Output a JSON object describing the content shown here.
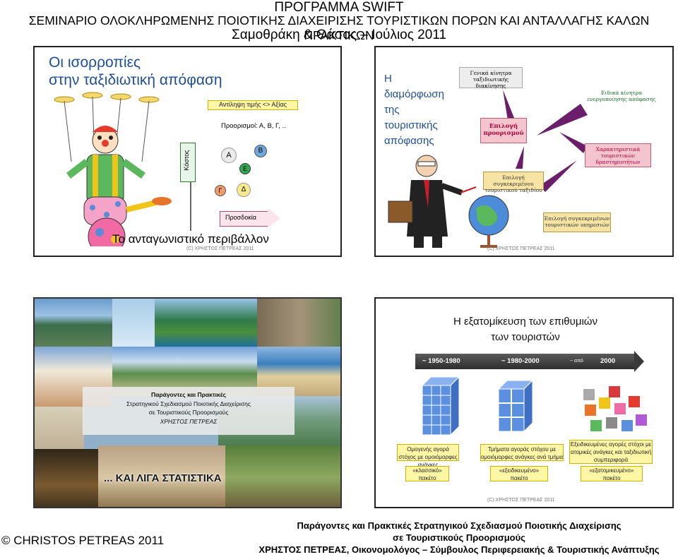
{
  "header": {
    "line1": "ΠΡΟΓΡΑΜΜΑ SWIFT",
    "line2": "ΣΕΜΙΝΑΡΙΟ ΟΛΟΚΛΗΡΩΜΕΝΗΣ ΠΟΙΟΤΙΚΗΣ ΔΙΑΧΕΙΡΙΣΗΣ ΤΟΥΡΙΣΤΙΚΩΝ ΠΟΡΩΝ ΚΑΙ ΑΝΤΑΛΛΑΓΗΣ ΚΑΛΩΝ ΠΡΑΚΤΙΚΩΝ",
    "line3": "Σαμοθράκη & Θάσος – Ιούλιος 2011"
  },
  "slide1": {
    "title_line1": "Οι ισορροπίες",
    "title_line2": "στην ταξιδιωτική απόφαση",
    "price_value": "Αντίληψη τιμής <> Αξίας",
    "destinations": "Προορισμοί: Α, Β, Γ, ..",
    "axis_y": "Κόστος",
    "axis_x": "Προσδοκία",
    "points": [
      "Α",
      "Β",
      "Ε",
      "Γ",
      "Δ"
    ],
    "footer": "Το ανταγωνιστικό περιβάλλον",
    "copyright": "(C) ΧΡΗΣΤΟΣ ΠΕΤΡΕΑΣ 2011"
  },
  "slide2": {
    "title": [
      "Η",
      "διαμόρφωση",
      "της",
      "τουριστικής",
      "απόφασης"
    ],
    "box_general": "Γενικά κίνητρα ταξιδιωτικής διακίνησης",
    "box_destination": "Επιλογή προορισμού",
    "box_specific": "Ειδικά κίνητρα ενεργοποίησης απόφασης",
    "box_characteristics": "Χαρακτηριστικά τουριστικών δραστηριοτήτων",
    "box_trip": "Επιλογή συγκεκριμένου τουριστικού ταξιδίου",
    "box_services": "Επιλογή συγκεκριμένων τουριστικών υπηρεσιών",
    "copyright": "(C) ΧΡΗΣΤΟΣ ΠΕΤΡΕΑΣ 2011"
  },
  "slide3": {
    "caption_line1": "Παράγοντες και Πρακτικές",
    "caption_line2": "Στρατηγικού Σχεδιασμού Ποιοτικής Διαχείρισης",
    "caption_line3": "σε Τουριστικούς Προορισμούς",
    "caption_line4": "ΧΡΗΣΤΟΣ ΠΕΤΡΕΑΣ",
    "bottom_text": "... ΚΑΙ ΛΙΓΑ ΣΤΑΤΙΣΤΙΚΑ"
  },
  "slide4": {
    "title_line1": "Η εξατομίκευση των επιθυμιών",
    "title_line2": "των τουριστών",
    "timeline": [
      "~ 1950-1980",
      "~ 1980-2000",
      "~ από",
      "2000"
    ],
    "desc1": "Ομογενής αγορά στόχος με ομοιόμορφες ανάγκες",
    "desc2": "Τμήματα αγοράς στόχου με ομοιόμορφες ανάγκες ανά τμήμα",
    "desc3": "Εξειδικευμένες αγορές στόχοι με ατομικές ανάγκες και ταξιδιωτική συμπεριφορά",
    "pack1": "«κλασσικό» πακέτο",
    "pack2": "«εξειδικευμένο» πακέτο",
    "pack3": "«εξατομικευμένο» πακέτο",
    "copyright": "(C) ΧΡΗΣΤΟΣ ΠΕΤΡΕΑΣ 2011"
  },
  "footer": {
    "left": "© CHRISTOS PETREAS 2011",
    "right_line1": "Παράγοντες και Πρακτικές Στρατηγικού Σχεδιασμού Ποιοτικής Διαχείρισης",
    "right_line2": "σε Τουριστικούς Προορισμούς",
    "right_line3": "ΧΡΗΣΤΟΣ ΠΕΤΡΕΑΣ, Οικονομολόγος – Σύμβουλος Περιφερειακής & Τουριστικής Ανάπτυξης"
  }
}
